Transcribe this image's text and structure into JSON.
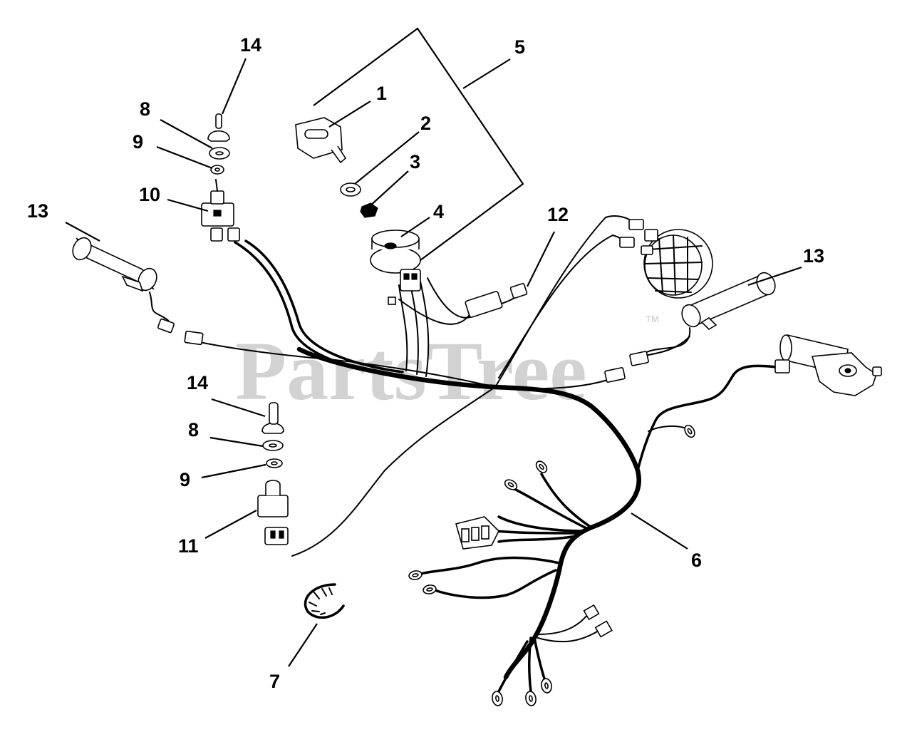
{
  "watermark": {
    "text": "PartsTree",
    "trademark": "TM"
  },
  "callouts": [
    {
      "id": "c1",
      "text": "1"
    },
    {
      "id": "c2",
      "text": "2"
    },
    {
      "id": "c3",
      "text": "3"
    },
    {
      "id": "c4",
      "text": "4"
    },
    {
      "id": "c5",
      "text": "5"
    },
    {
      "id": "c6",
      "text": "6"
    },
    {
      "id": "c7",
      "text": "7"
    },
    {
      "id": "c8a",
      "text": "8"
    },
    {
      "id": "c8b",
      "text": "8"
    },
    {
      "id": "c9a",
      "text": "9"
    },
    {
      "id": "c9b",
      "text": "9"
    },
    {
      "id": "c10",
      "text": "10"
    },
    {
      "id": "c11",
      "text": "11"
    },
    {
      "id": "c12",
      "text": "12"
    },
    {
      "id": "c13a",
      "text": "13"
    },
    {
      "id": "c13b",
      "text": "13"
    },
    {
      "id": "c14a",
      "text": "14"
    },
    {
      "id": "c14b",
      "text": "14"
    }
  ]
}
